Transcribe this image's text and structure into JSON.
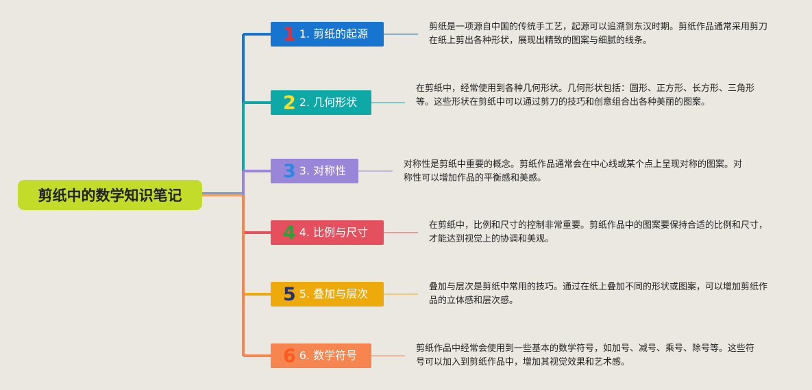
{
  "root": {
    "title": "剪纸中的数学知识笔记",
    "color": "#c3dc2a"
  },
  "topics": [
    {
      "num": "1",
      "label": "1. 剪纸的起源",
      "color": "#1775cf",
      "num_color": "#e2313a",
      "note": "剪纸是一项源自中国的传统手工艺，起源可以追溯到东汉时期。剪纸作品通常采用剪刀在纸上剪出各种形状，展现出精致的图案与细腻的线条。"
    },
    {
      "num": "2",
      "label": "2. 几何形状",
      "color": "#0ea9a6",
      "num_color": "#f2df2f",
      "note": "在剪纸中，经常使用到各种几何形状。几何形状包括：圆形、正方形、长方形、三角形等。这些形状在剪纸中可以通过剪刀的技巧和创意组合出各种美丽的图案。"
    },
    {
      "num": "3",
      "label": "3. 对称性",
      "color": "#9a86d8",
      "num_color": "#2f86e0",
      "note": "对称性是剪纸中重要的概念。剪纸作品通常会在中心线或某个点上呈现对称的图案。对称性可以增加作品的平衡感和美感。"
    },
    {
      "num": "4",
      "label": "4. 比例与尺寸",
      "color": "#e5505f",
      "num_color": "#27a338",
      "note": "在剪纸中，比例和尺寸的控制非常重要。剪纸作品中的图案要保持合适的比例和尺寸，才能达到视觉上的协调和美观。"
    },
    {
      "num": "5",
      "label": "5. 叠加与层次",
      "color": "#eeaa0a",
      "num_color": "#26336b",
      "note": "叠加与层次是剪纸中常用的技巧。通过在纸上叠加不同的形状或图案，可以增加剪纸作品的立体感和层次感。"
    },
    {
      "num": "6",
      "label": "6. 数学符号",
      "color": "#f7854f",
      "num_color": "#ff5a1f",
      "note": "剪纸作品中经常会使用到一些基本的数学符号，如加号、减号、乘号、除号等。这些符号可以加入到剪纸作品中，增加其视觉效果和艺术感。"
    }
  ]
}
